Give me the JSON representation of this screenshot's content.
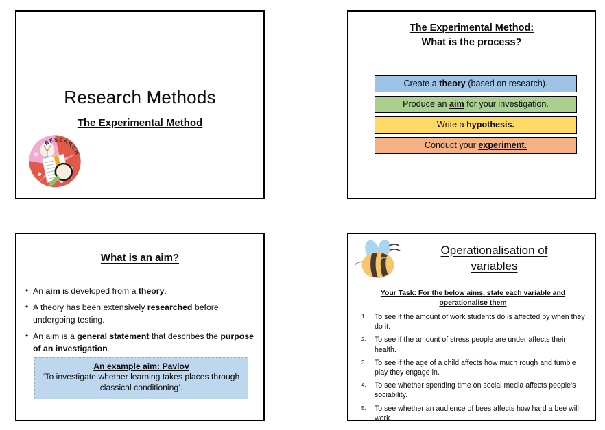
{
  "deck": {
    "title": "Research Methods - The Experimental Method",
    "slide_count": 4
  },
  "colors": {
    "box_theory": "#9DC3E6",
    "box_aim": "#A9D08E",
    "box_hypothesis": "#FFD966",
    "box_experiment": "#F4B183",
    "example_box_fill": "#BDD7EE",
    "slide_border": "#000000",
    "text": "#0D0D0D",
    "bee_wing": "#A8D5F2",
    "bee_body": "#F5C66B",
    "bee_stripe": "#4A3B31",
    "research_badge_pink": "#F4A8D4",
    "research_badge_red": "#E05A47"
  },
  "slide1": {
    "title": "Research Methods",
    "subtitle": "The Experimental Method",
    "icon": "research-badge-icon",
    "icon_label": "RESEARCH"
  },
  "slide2": {
    "title_line1": "The Experimental Method:",
    "title_line2": "What is the process?",
    "steps": [
      {
        "prefix": "Create a ",
        "bold": "theory",
        "suffix": " (based on research).",
        "color": "#9DC3E6"
      },
      {
        "prefix": "Produce an ",
        "bold": "aim",
        "suffix": " for your investigation.",
        "color": "#A9D08E"
      },
      {
        "prefix": "Write a ",
        "bold": "hypothesis.",
        "suffix": "",
        "color": "#FFD966"
      },
      {
        "prefix": "Conduct your ",
        "bold": "experiment.",
        "suffix": "",
        "color": "#F4B183"
      }
    ]
  },
  "slide3": {
    "title": "What is an aim?",
    "bullets": [
      [
        {
          "t": "An ",
          "b": false
        },
        {
          "t": "aim",
          "b": true
        },
        {
          "t": " is developed from a ",
          "b": false
        },
        {
          "t": "theory",
          "b": true
        },
        {
          "t": ".",
          "b": false
        }
      ],
      [
        {
          "t": "A theory has been extensively ",
          "b": false
        },
        {
          "t": "researched",
          "b": true
        },
        {
          "t": " before undergoing testing.",
          "b": false
        }
      ],
      [
        {
          "t": "An aim is a ",
          "b": false
        },
        {
          "t": "general statement",
          "b": true
        },
        {
          "t": " that describes the ",
          "b": false
        },
        {
          "t": "purpose of an investigation",
          "b": true
        },
        {
          "t": ".",
          "b": false
        }
      ]
    ],
    "example_heading": "An example aim: Pavlov",
    "example_text": "‘To investigate whether learning takes places through classical conditioning’."
  },
  "slide4": {
    "icon": "bee-icon",
    "title_line1": "Operationalisation of",
    "title_line2": "variables",
    "task_line1": "Your Task: For the below aims, state each variable and",
    "task_line2": "operationalise them",
    "aims": [
      "To see if the amount of work students do is affected by when they do it.",
      "To see if the amount of stress people are under affects their health.",
      "To see if the age of a child affects how much rough and tumble play they engage in.",
      "To see whether spending time on social media affects people’s sociability.",
      "To see whether an audience of bees affects how hard a bee will work."
    ]
  }
}
